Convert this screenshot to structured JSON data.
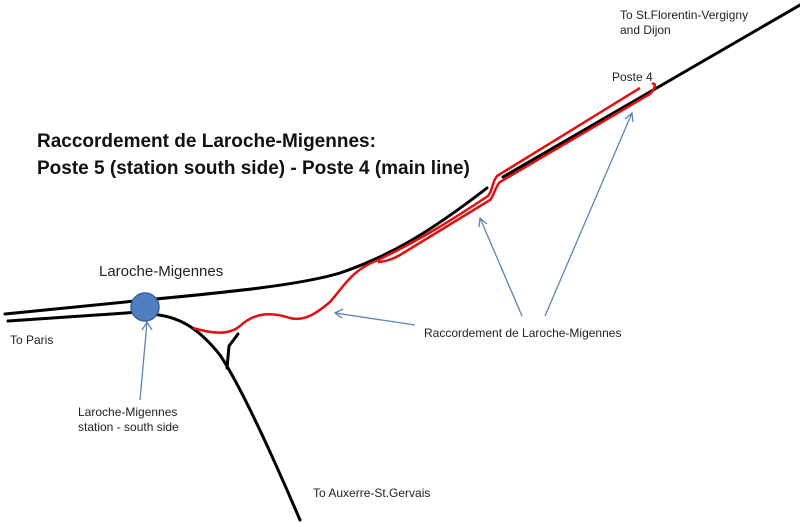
{
  "title": {
    "line1": "Raccordement de Laroche-Migennes:",
    "line2": "Poste 5 (station south side) - Poste 4 (main line)"
  },
  "labels": {
    "to_florentin_1": "To St.Florentin-Vergigny",
    "to_florentin_2": "and Dijon",
    "poste4": "Poste 4",
    "station": "Laroche-Migennes",
    "to_paris": "To Paris",
    "station_side_1": "Laroche-Migennes",
    "station_side_2": "station - south side",
    "raccordement": "Raccordement de Laroche-Migennes",
    "to_auxerre": "To Auxerre-St.Gervais"
  },
  "colors": {
    "track": "#000000",
    "connection": "#e01010",
    "arrow": "#5b84b5",
    "station_fill": "#4f7fc0",
    "station_stroke": "#35609a"
  }
}
